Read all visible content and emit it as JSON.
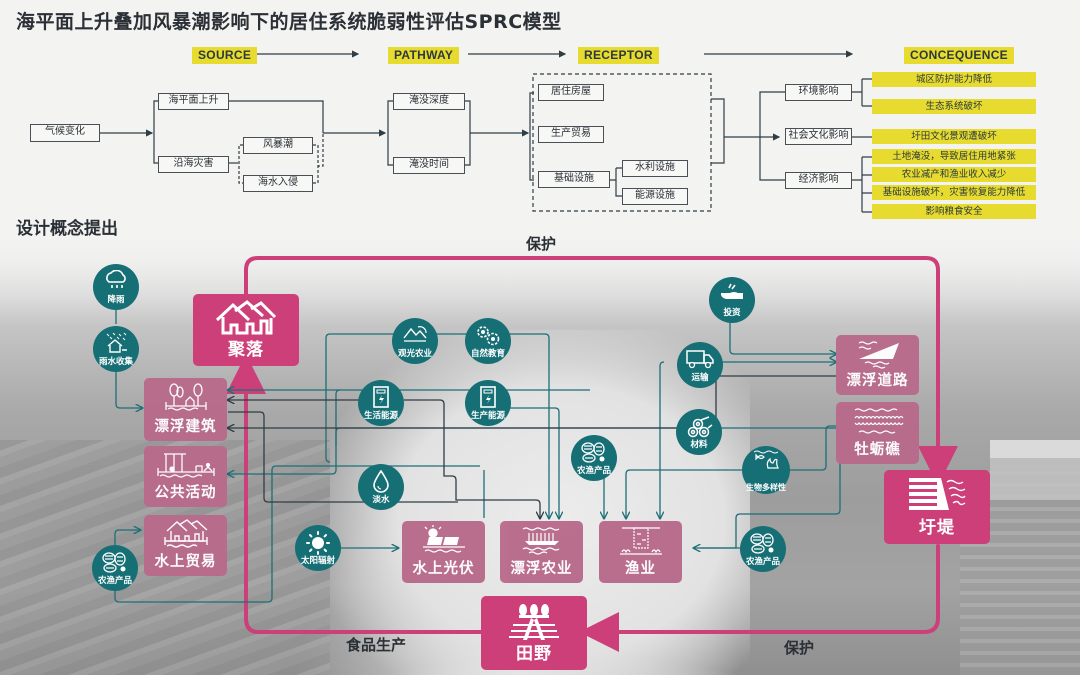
{
  "title": "海平面上升叠加风暴潮影响下的居住系统脆弱性评估SPRC模型",
  "subtitle": "设计概念提出",
  "sprc": {
    "stages": [
      "SOURCE",
      "PATHWAY",
      "RECEPTOR",
      "CONCEQUENCE"
    ],
    "source": {
      "root": "气候变化",
      "level1": [
        "海平面上升",
        "沿海灾害"
      ],
      "hazards": [
        "风暴潮",
        "海水入侵"
      ]
    },
    "pathway": [
      "淹没深度",
      "淹没时间"
    ],
    "receptor": {
      "items": [
        "居住房屋",
        "生产贸易",
        "基础设施"
      ],
      "infrastructure": [
        "水利设施",
        "能源设施"
      ]
    },
    "impacts": [
      "环境影响",
      "社会文化影响",
      "经济影响"
    ],
    "consequences": [
      "城区防护能力降低",
      "生态系统破坏",
      "圩田文化景观遭破坏",
      "土地淹没，导致居住用地紧张",
      "农业减产和渔业收入减少",
      "基础设施破坏，灾害恢复能力降低",
      "影响粮食安全"
    ]
  },
  "concept": {
    "flow_labels": {
      "top": "保护",
      "bottom_right": "保护",
      "bottom_left": "食品生产"
    },
    "main_nodes": {
      "settlement": "聚落",
      "field": "田野",
      "dike": "圩堤"
    },
    "pink_nodes": {
      "floating_building": "漂浮建筑",
      "public_activity": "公共活动",
      "water_trade": "水上贸易",
      "water_pv": "水上光伏",
      "floating_agriculture": "漂浮农业",
      "fishery": "渔业",
      "floating_road": "漂浮道路",
      "oyster_reef": "牡蛎礁"
    },
    "resources": {
      "rainfall": "降雨",
      "rain_harvest": "雨水收集",
      "agro_products_left": "农渔产品",
      "agritourism": "观光农业",
      "nature_education": "自然教育",
      "domestic_energy": "生活能源",
      "production_energy": "生产能源",
      "freshwater": "淡水",
      "solar": "太阳辐射",
      "agro_products_mid": "农渔产品",
      "investment": "投资",
      "transport": "运输",
      "materials": "材料",
      "biodiversity": "生物多样性",
      "agro_products_right": "农渔产品"
    }
  },
  "colors": {
    "highlight_yellow": "#e6db2e",
    "protect_pink": "#cc3f78",
    "node_pink": "#b96b8c",
    "resource_teal": "#176f76",
    "line_dark": "#2f3d45"
  }
}
